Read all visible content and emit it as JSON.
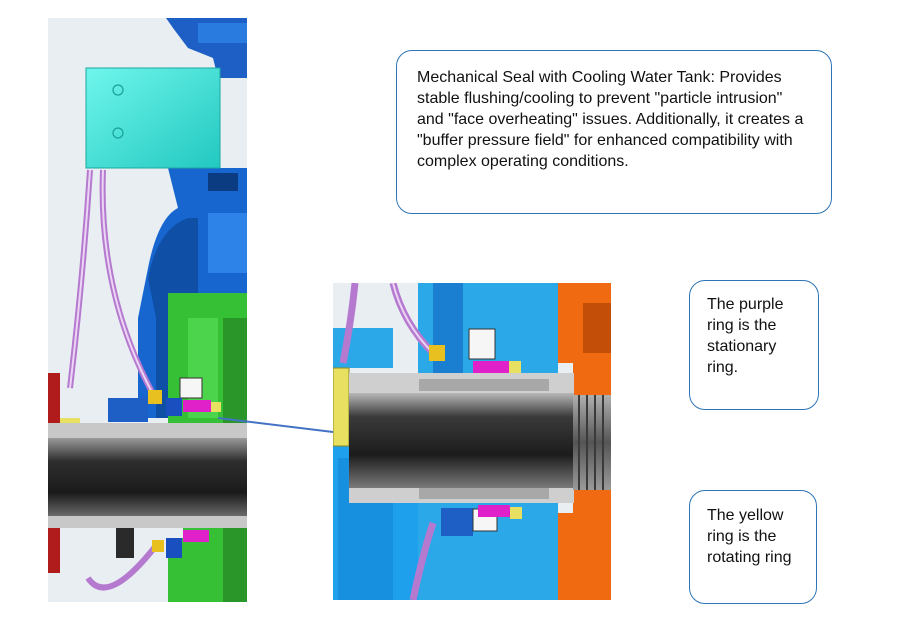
{
  "callouts": {
    "main": "Mechanical Seal with Cooling Water Tank: Provides stable flushing/cooling to prevent \"particle intrusion\" and \"face overheating\" issues. Additionally, it creates a \"buffer pressure field\" for enhanced compatibility with complex operating conditions.",
    "purple_ring": "The purple ring is the stationary ring.",
    "yellow_ring": "The yellow ring is the rotating ring"
  },
  "colors": {
    "callout_border": "#2e75b6",
    "leader_line": "#4472c4",
    "tank": "#3ee8dc",
    "pump_casing": "#1b6fd6",
    "green_part": "#3cc43c",
    "orange_part": "#f06a12",
    "stationary_ring": "#e020c8",
    "rotating_ring": "#e8e060",
    "shaft": "#3a3a3a",
    "tubing": "#c88ad8"
  }
}
